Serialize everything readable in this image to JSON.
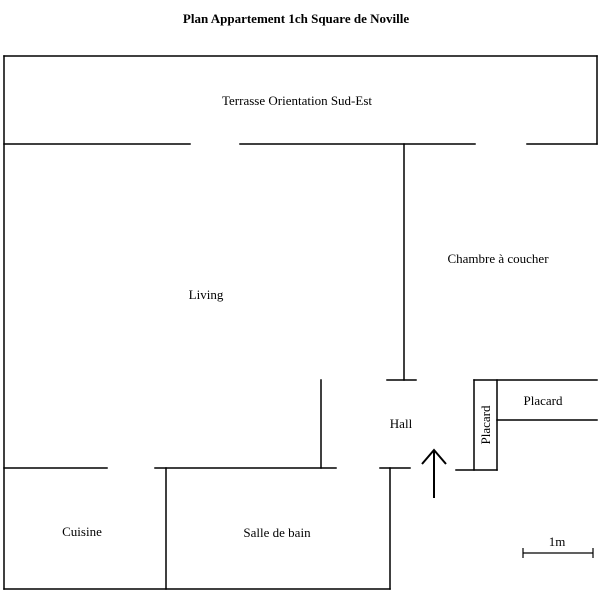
{
  "title": "Plan Appartement 1ch Square de Noville",
  "rooms": {
    "terrace": "Terrasse Orientation Sud-Est",
    "living": "Living",
    "bedroom": "Chambre à coucher",
    "closet_top": "Placard",
    "closet_side": "Placard",
    "hall": "Hall",
    "kitchen": "Cuisine",
    "bathroom": "Salle de bain"
  },
  "scale": {
    "label": "1m"
  }
}
